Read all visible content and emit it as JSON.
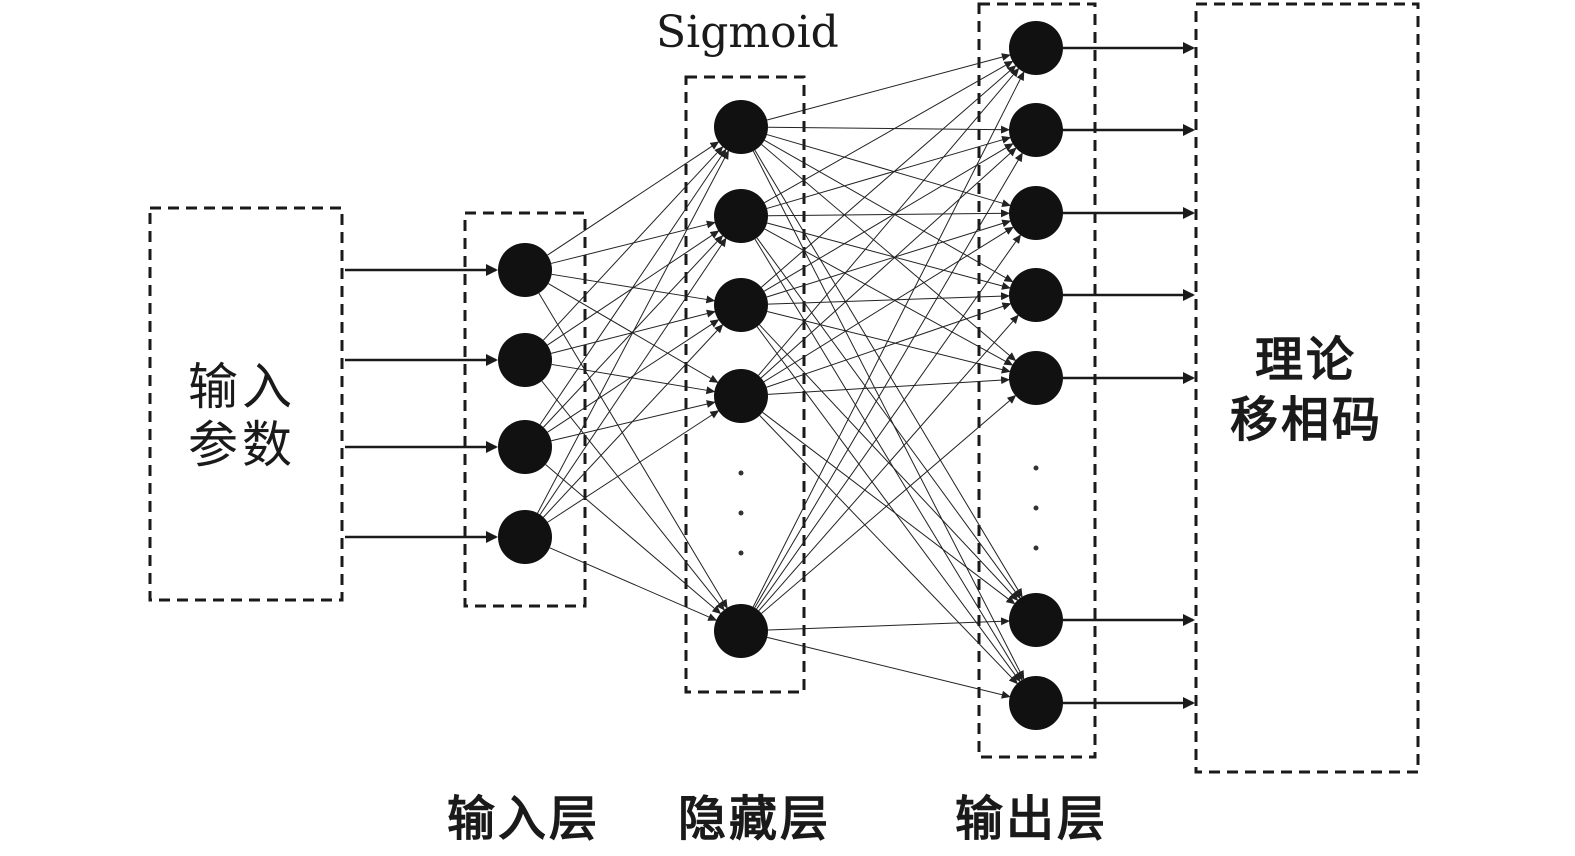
{
  "labels": {
    "activation": "Sigmoid",
    "input_params_line1": "输入",
    "input_params_line2": "参数",
    "output_target_line1": "理论",
    "output_target_line2": "移相码",
    "input_layer": "输入层",
    "hidden_layer": "隐藏层",
    "output_layer": "输出层"
  },
  "network": {
    "input_nodes": 4,
    "hidden_nodes_shown": 5,
    "output_nodes_shown": 7,
    "hidden_has_ellipsis": true,
    "output_has_ellipsis": true
  },
  "colors": {
    "stroke": "#1a1a1a",
    "node": "#111111"
  }
}
